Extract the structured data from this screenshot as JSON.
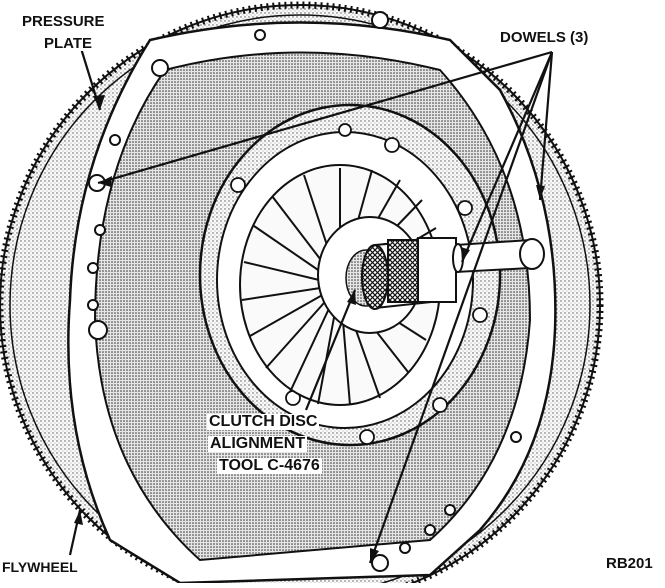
{
  "labels": {
    "pressure_plate_line1": "PRESSURE",
    "pressure_plate_line2": "PLATE",
    "dowels": "DOWELS (3)",
    "tool_line1": "CLUTCH DISC",
    "tool_line2": "ALIGNMENT",
    "tool_line3": "TOOL C-4676",
    "flywheel": "FLYWHEEL",
    "figure_code": "RB201"
  }
}
